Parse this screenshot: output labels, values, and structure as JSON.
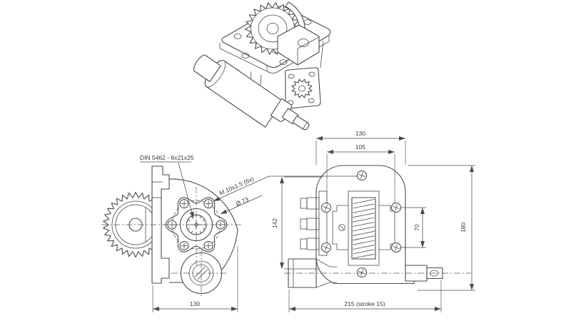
{
  "drawing": {
    "type": "technical-drawing",
    "line_color": "#4a4a4a",
    "background": "#ffffff",
    "front_view": {
      "spline_spec": "DIN 5462 - 6x21x25",
      "thread_spec": "M 10x1.5 (6x)",
      "bolt_circle": "Ø 73",
      "width": "130"
    },
    "side_view": {
      "outer_width": "130",
      "hole_spacing_h": "105",
      "flange_height": "142",
      "hole_spacing_v": "70",
      "total_height": "180",
      "total_length": "215 (stroke 15)"
    }
  }
}
